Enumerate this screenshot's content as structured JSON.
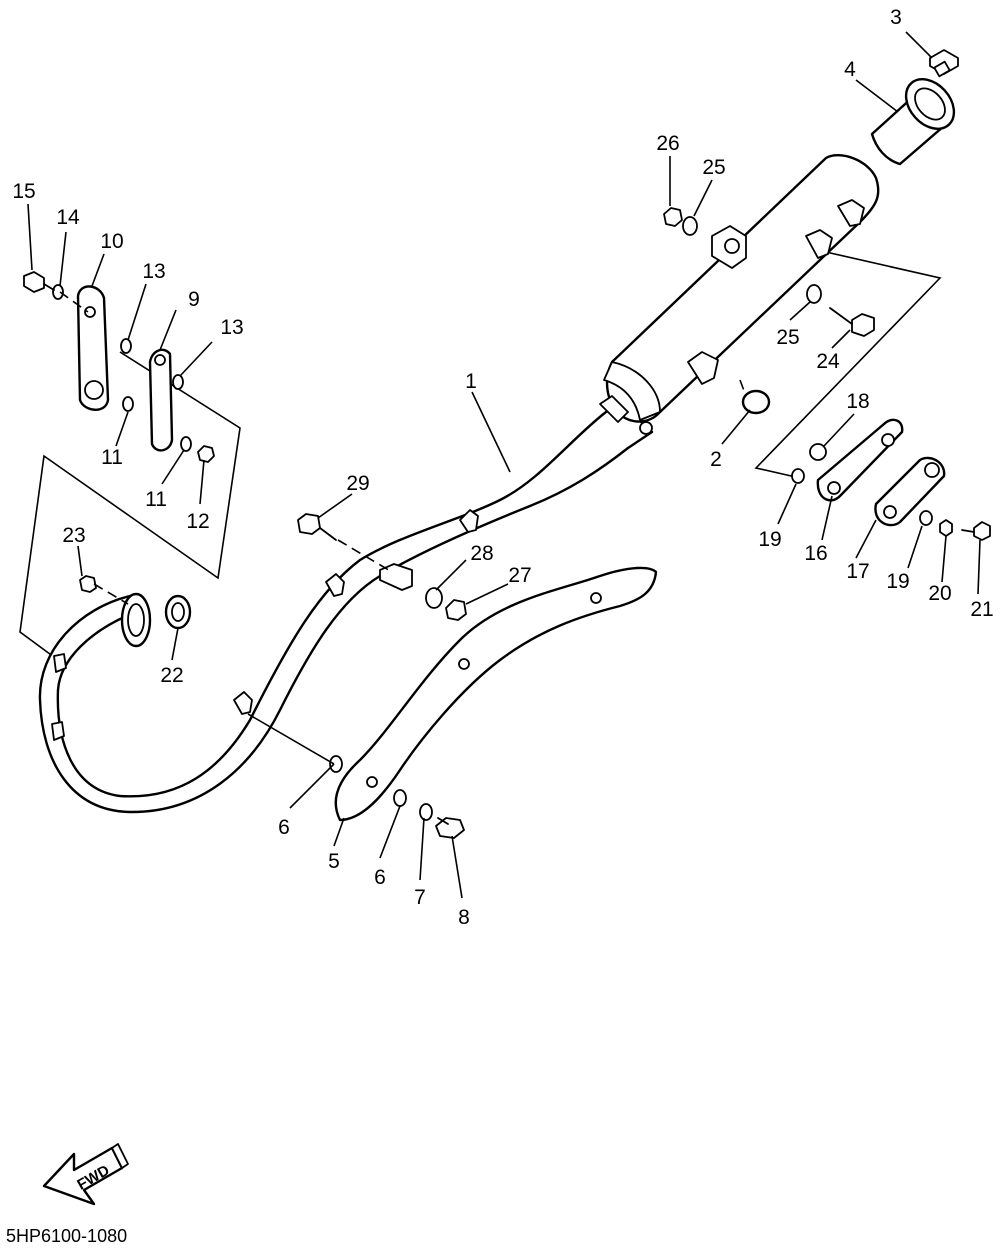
{
  "diagram": {
    "code": "5HP6100-1080",
    "fwd_label": "FWD",
    "callouts": [
      {
        "id": "1",
        "label": "1"
      },
      {
        "id": "2",
        "label": "2"
      },
      {
        "id": "3",
        "label": "3"
      },
      {
        "id": "4",
        "label": "4"
      },
      {
        "id": "5",
        "label": "5"
      },
      {
        "id": "6a",
        "label": "6"
      },
      {
        "id": "6b",
        "label": "6"
      },
      {
        "id": "7",
        "label": "7"
      },
      {
        "id": "8",
        "label": "8"
      },
      {
        "id": "9",
        "label": "9"
      },
      {
        "id": "10",
        "label": "10"
      },
      {
        "id": "11a",
        "label": "11"
      },
      {
        "id": "11b",
        "label": "11"
      },
      {
        "id": "12",
        "label": "12"
      },
      {
        "id": "13a",
        "label": "13"
      },
      {
        "id": "13b",
        "label": "13"
      },
      {
        "id": "14",
        "label": "14"
      },
      {
        "id": "15",
        "label": "15"
      },
      {
        "id": "16",
        "label": "16"
      },
      {
        "id": "17",
        "label": "17"
      },
      {
        "id": "18",
        "label": "18"
      },
      {
        "id": "19a",
        "label": "19"
      },
      {
        "id": "19b",
        "label": "19"
      },
      {
        "id": "20",
        "label": "20"
      },
      {
        "id": "21",
        "label": "21"
      },
      {
        "id": "22",
        "label": "22"
      },
      {
        "id": "23",
        "label": "23"
      },
      {
        "id": "24",
        "label": "24"
      },
      {
        "id": "25a",
        "label": "25"
      },
      {
        "id": "25b",
        "label": "25"
      },
      {
        "id": "26",
        "label": "26"
      },
      {
        "id": "27",
        "label": "27"
      },
      {
        "id": "28",
        "label": "28"
      },
      {
        "id": "29",
        "label": "29"
      }
    ]
  }
}
